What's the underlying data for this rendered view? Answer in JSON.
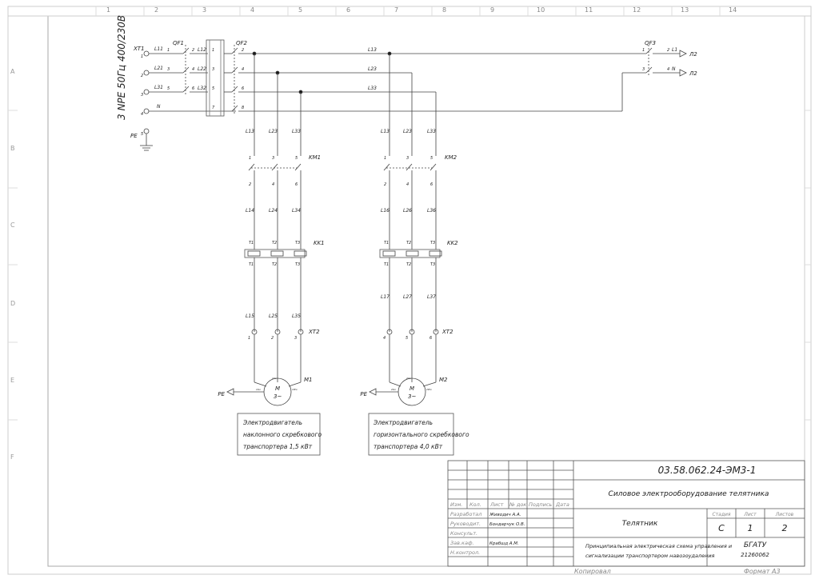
{
  "frame": {
    "col_numbers": [
      "1",
      "2",
      "3",
      "4",
      "5",
      "6",
      "7",
      "8",
      "9",
      "10",
      "11",
      "12",
      "13",
      "14"
    ],
    "row_letters": [
      "A",
      "B",
      "C",
      "D",
      "E",
      "F"
    ]
  },
  "supply": {
    "label": "3 NPE 50Гц 400/230В",
    "xt1": "XT1",
    "qf1": "QF1",
    "qf2": "QF2",
    "qf3": "QF3",
    "pe": "PE",
    "n": "N",
    "in_wires": [
      "L11",
      "L21",
      "L31"
    ],
    "mid_wires": [
      "L12",
      "L22",
      "L32"
    ],
    "bus": [
      "L13",
      "L23",
      "L33"
    ],
    "xt1_pins": [
      "1",
      "2",
      "3",
      "4",
      "5"
    ],
    "qf1_pins": [
      "1",
      "3",
      "5",
      "2",
      "4",
      "6"
    ],
    "qf2_pins": [
      "1",
      "3",
      "5",
      "7",
      "2",
      "4",
      "6",
      "8"
    ],
    "qf3_pins": [
      "1",
      "2",
      "3",
      "4"
    ],
    "qf3_out": [
      "L1",
      "N"
    ],
    "qf3_dest": [
      "Л2",
      "Л2"
    ]
  },
  "branch1": {
    "top": [
      "L13",
      "L23",
      "L33"
    ],
    "km": "KM1",
    "km_pins_top": [
      "1",
      "3",
      "5"
    ],
    "km_pins_bot": [
      "2",
      "4",
      "6"
    ],
    "mid": [
      "L14",
      "L24",
      "L34"
    ],
    "kk": "KK1",
    "kk_pins_top": [
      "T1",
      "T2",
      "T3"
    ],
    "kk_pins_bot": [
      "T1",
      "T2",
      "T3"
    ],
    "low": [
      "L15",
      "L25",
      "L35"
    ],
    "xt": "XT2",
    "xt_pins": [
      "1",
      "2",
      "3"
    ],
    "motor": "M1",
    "motor_sym": "M",
    "motor_sub": "3~",
    "pe": "PE",
    "motor_pins": [
      "1Uo",
      "1Vo",
      "1Wo"
    ],
    "desc": [
      "Электродвигатель",
      "наклонного скребкового",
      "транспортера 1,5 кВт"
    ]
  },
  "branch2": {
    "top": [
      "L13",
      "L23",
      "L33"
    ],
    "km": "KM2",
    "km_pins_top": [
      "1",
      "3",
      "5"
    ],
    "km_pins_bot": [
      "2",
      "4",
      "6"
    ],
    "mid": [
      "L16",
      "L26",
      "L36"
    ],
    "kk": "KK2",
    "kk_pins_top": [
      "T1",
      "T2",
      "T3"
    ],
    "kk_pins_bot": [
      "T1",
      "T2",
      "T3"
    ],
    "low": [
      "L17",
      "L27",
      "L37"
    ],
    "xt": "XT2",
    "xt_pins": [
      "4",
      "5",
      "6"
    ],
    "motor": "M2",
    "motor_sym": "M",
    "motor_sub": "3~",
    "pe": "PE",
    "motor_pins": [
      "2Uo",
      "2Vo",
      "2Wo"
    ],
    "desc": [
      "Электродвигатель",
      "горизонтального скребкового",
      "транспортера 4,0 кВт"
    ]
  },
  "stamp": {
    "code": "03.58.062.24-ЭМ3-1",
    "subject": "Силовое электрооборудование телятника",
    "object": "Телятник",
    "sheet_title_1": "Принципиальная электрическая схема управления и",
    "sheet_title_2": "сигнализации транспортером навозоудаления",
    "org": "БГАТУ",
    "org_code": "21260062",
    "col_heads": [
      "Изм.",
      "Кол.",
      "Лист",
      "№ док.",
      "Подпись",
      "Дата"
    ],
    "roles": [
      "Разработал",
      "Руководит.",
      "Консульт.",
      "Зав.каф.",
      "Н.контрол."
    ],
    "names": [
      "Живодич А.А.",
      "Бондарчук О.В.",
      "",
      "Крабшд А.М.",
      ""
    ],
    "stage_head": "Стадия",
    "sheet_head": "Лист",
    "sheets_head": "Листов",
    "stage": "С",
    "sheet": "1",
    "sheets": "2",
    "copied": "Копировал",
    "format": "Формат А3"
  }
}
